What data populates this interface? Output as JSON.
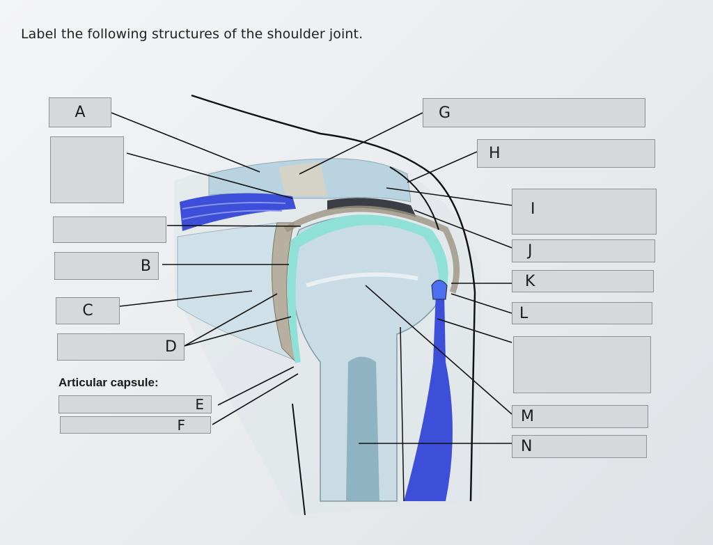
{
  "prompt": "Label the following structures of the shoulder joint.",
  "capsule_heading": "Articular capsule:",
  "labels": {
    "A": "A",
    "B": "B",
    "C": "C",
    "D": "D",
    "E": "E",
    "F": "F",
    "G": "G",
    "H": "H",
    "I": "I",
    "J": "J",
    "K": "K",
    "L": "L",
    "M": "M",
    "N": "N"
  },
  "answer_boxes": {
    "left_unlabeled_1": "",
    "left_unlabeled_2": "",
    "right_unlabeled_1": ""
  },
  "colors": {
    "bone_fill": "#c9dbe4",
    "cartilage": "#8fe0d6",
    "muscle": "#3d4fd8",
    "capsule_grey": "#b7b0a0",
    "box_fill": "#d6d8dc",
    "box_border": "#8d9094"
  }
}
